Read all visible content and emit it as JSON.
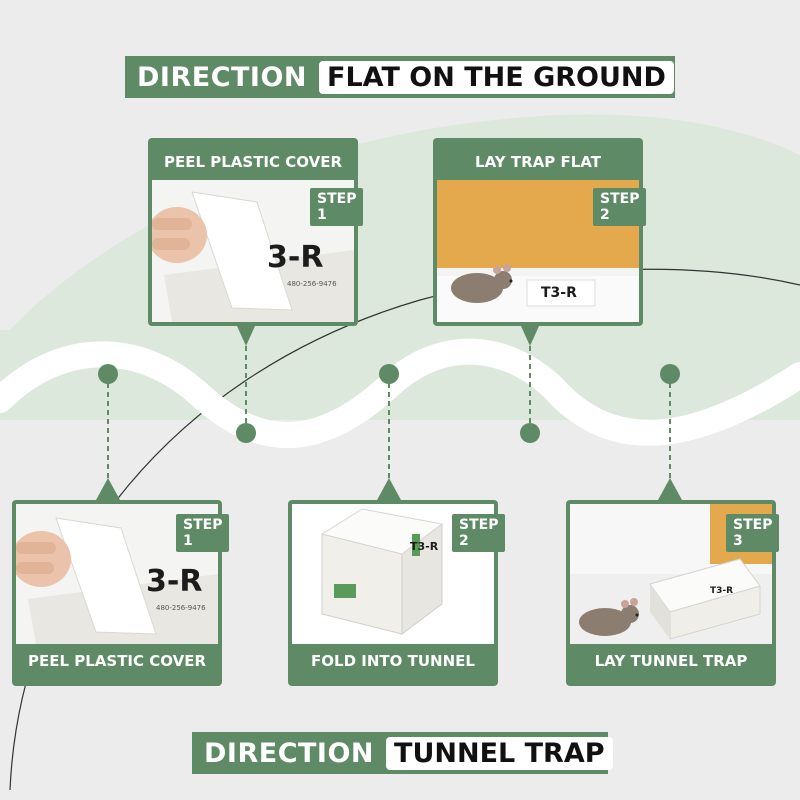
{
  "top_heading": {
    "label": "DIRECTION",
    "value": "FLAT ON THE GROUND"
  },
  "bottom_heading": {
    "label": "DIRECTION",
    "value": "TUNNEL TRAP"
  },
  "top_steps": [
    {
      "caption": "PEEL PLASTIC COVER",
      "step": "STEP 1",
      "brand": "3-R",
      "phone": "480-256-9476"
    },
    {
      "caption": "LAY TRAP FLAT",
      "step": "STEP 2",
      "brand": "T3-R"
    }
  ],
  "bottom_steps": [
    {
      "caption": "PEEL PLASTIC COVER",
      "step": "STEP 1",
      "brand": "3-R",
      "phone": "480-256-9476"
    },
    {
      "caption": "FOLD INTO TUNNEL",
      "step": "STEP 2",
      "brand": "T3-R"
    },
    {
      "caption": "LAY TUNNEL TRAP",
      "step": "STEP 3",
      "brand": "T3-R"
    }
  ],
  "colors": {
    "green": "#5f8a66",
    "band": "#dde8dd",
    "page": "#ececec",
    "wall": "#e4a94c"
  }
}
